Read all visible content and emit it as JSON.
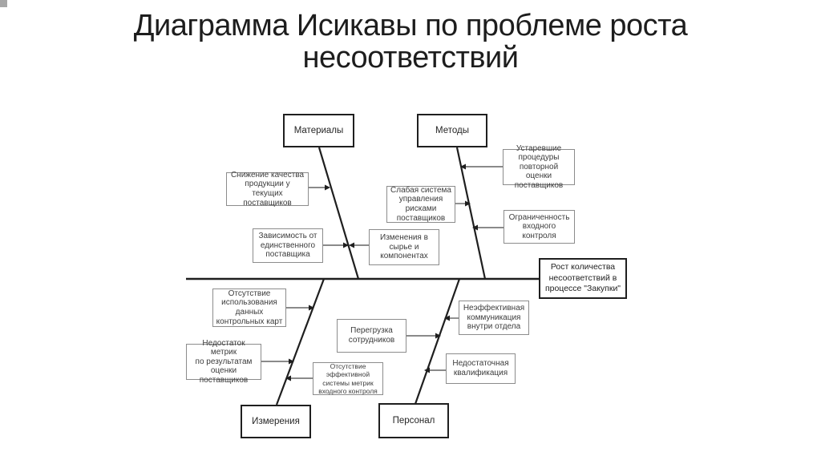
{
  "title": "Диаграмма Исикавы по проблеме роста несоответствий",
  "diagram": {
    "type": "ishikawa-fishbone",
    "effect": "Рост количества\nнесоответствий в\nпроцессе \"Закупки\"",
    "categories": [
      {
        "label": "Материалы"
      },
      {
        "label": "Методы"
      },
      {
        "label": "Измерения"
      },
      {
        "label": "Персонал"
      }
    ],
    "causes": [
      {
        "label": "Снижение качества\nпродукции у текущих\nпоставщиков",
        "category": "Материалы"
      },
      {
        "label": "Зависимость от\nединственного\nпоставщика",
        "category": "Материалы"
      },
      {
        "label": "Изменения в\nсырье и\nкомпонентах",
        "category": "Материалы"
      },
      {
        "label": "Слабая система\nуправления\nрисками\nпоставщиков",
        "category": "Методы"
      },
      {
        "label": "Устаревшие\nпроцедуры\nповторной оценки\nпоставщиков",
        "category": "Методы"
      },
      {
        "label": "Ограниченность\nвходного\nконтроля",
        "category": "Методы"
      },
      {
        "label": "Отсутствие\nиспользования\nданных\nконтрольных карт",
        "category": "Измерения"
      },
      {
        "label": "Недостаток метрик\nпо результатам\nоценки\nпоставщиков",
        "category": "Измерения"
      },
      {
        "label": "Отсутствие\nэффективной\nсистемы метрик\nвходного контроля",
        "category": "Измерения"
      },
      {
        "label": "Перегрузка\nсотрудников",
        "category": "Персонал"
      },
      {
        "label": "Неэффективная\nкоммуникация\nвнутри отдела",
        "category": "Персонал"
      },
      {
        "label": "Недостаточная\nквалификация",
        "category": "Персонал"
      }
    ]
  },
  "colors": {
    "background": "#ffffff",
    "title-text": "#1d1d1d",
    "skeleton-ink": "#1f1f1f",
    "cause-border": "#8c8c8c",
    "cause-text": "#3c3c3c",
    "category-text": "#262626",
    "connector": "#646464",
    "corner-artifact": "#a6a6a6"
  }
}
